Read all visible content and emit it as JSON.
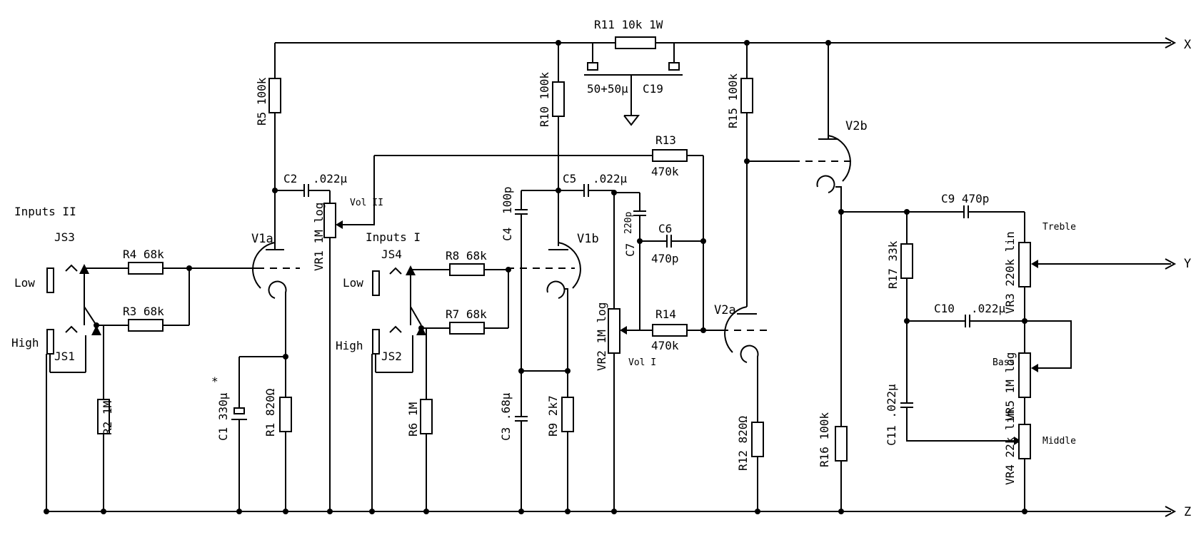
{
  "rails": {
    "x": "X",
    "y": "Y",
    "z": "Z"
  },
  "labels": {
    "r11": "R11 10k 1W",
    "c19_value": "50+50µ",
    "c19": "C19",
    "r5": "R5 100k",
    "r10": "R10 100k",
    "r15": "R15 100k",
    "r13": "R13",
    "r13_value": "470k",
    "v2b": "V2b",
    "c2": "C2",
    "c2_value": ".022µ",
    "vol2": "Vol II",
    "vr1": "VR1 1M log",
    "c5": "C5",
    "c5_value": ".022µ",
    "c4": "C4",
    "c4_value": "100p",
    "c7": "C7",
    "c7_value": "220p",
    "c6": "C6",
    "c6_value": "470p",
    "v1a": "V1a",
    "v1b": "V1b",
    "inputs2": "Inputs II",
    "inputs1": "Inputs I",
    "js3": "JS3",
    "js1": "JS1",
    "js4": "JS4",
    "js2": "JS2",
    "low2": "Low",
    "high2": "High",
    "low1": "Low",
    "high1": "High",
    "r4": "R4 68k",
    "r3": "R3 68k",
    "r8": "R8 68k",
    "r7": "R7 68k",
    "r2": "R2 1M",
    "r6": "R6 1M",
    "c1": "C1 330µ",
    "c1_mark": "*",
    "r1": "R1 820Ω",
    "c3": "C3 .68µ",
    "r9": "R9 2k7",
    "vr2": "VR2 1M log",
    "vol1": "Vol I",
    "r14": "R14",
    "r14_value": "470k",
    "v2a": "V2a",
    "r12": "R12 820Ω",
    "r16": "R16 100k",
    "c9": "C9 470p",
    "treble": "Treble",
    "vr3": "VR3 220k lin",
    "r17": "R17 33k",
    "c10": "C10",
    "c10_value": ".022µ",
    "bass": "Bass",
    "vr5": "VR5 1M log",
    "c11": "C11 .022µ",
    "middle": "Middle",
    "vr4": "VR4 22k lin"
  }
}
